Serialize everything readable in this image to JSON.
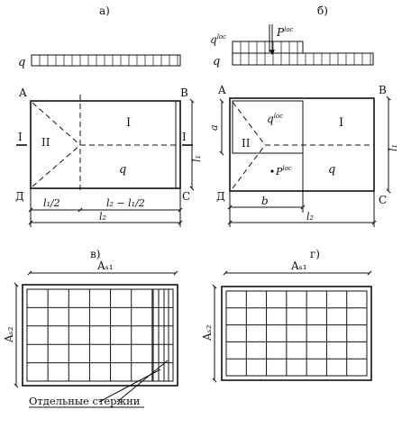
{
  "panels": {
    "a": {
      "label": "а)"
    },
    "b": {
      "label": "б)"
    },
    "v": {
      "label": "в)"
    },
    "g": {
      "label": "г)"
    }
  },
  "load": {
    "q": "q",
    "p_loc_base": "P",
    "loc_sup": "loc"
  },
  "plate": {
    "corners": {
      "A": "A",
      "B": "B",
      "C": "C",
      "D": "Д"
    },
    "section": "I",
    "zone_one": "I",
    "zone_two": "II",
    "zone_q": "q",
    "a_label": "a",
    "b_label": "b"
  },
  "dims": {
    "l1_half": "l₁/2",
    "l2_minus": "l₂ − l₁/2",
    "l2": "l₂",
    "l1": "l₁"
  },
  "mesh": {
    "as1": "Aₛ₁",
    "as2": "Aₛ₂",
    "callout": "Отдельные стержни"
  }
}
